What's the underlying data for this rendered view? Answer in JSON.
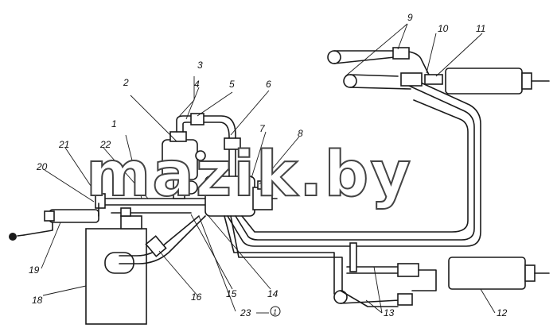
{
  "watermark": {
    "text": "mazik.by"
  },
  "colors": {
    "ink": "#1a1a1a",
    "paper": "#ffffff"
  },
  "callouts": [
    {
      "id": "1",
      "text": "1"
    },
    {
      "id": "2",
      "text": "2"
    },
    {
      "id": "3",
      "text": "3"
    },
    {
      "id": "4",
      "text": "4"
    },
    {
      "id": "5",
      "text": "5"
    },
    {
      "id": "6",
      "text": "6"
    },
    {
      "id": "7",
      "text": "7"
    },
    {
      "id": "8",
      "text": "8"
    },
    {
      "id": "9",
      "text": "9"
    },
    {
      "id": "10",
      "text": "10"
    },
    {
      "id": "11",
      "text": "11"
    },
    {
      "id": "12",
      "text": "12"
    },
    {
      "id": "13",
      "text": "13"
    },
    {
      "id": "14",
      "text": "14"
    },
    {
      "id": "15",
      "text": "15"
    },
    {
      "id": "16",
      "text": "16"
    },
    {
      "id": "18",
      "text": "18"
    },
    {
      "id": "19",
      "text": "19"
    },
    {
      "id": "20",
      "text": "20"
    },
    {
      "id": "21",
      "text": "21"
    },
    {
      "id": "22",
      "text": "22"
    },
    {
      "id": "23",
      "text": "23"
    },
    {
      "id": "circled-1",
      "text": "1"
    }
  ]
}
